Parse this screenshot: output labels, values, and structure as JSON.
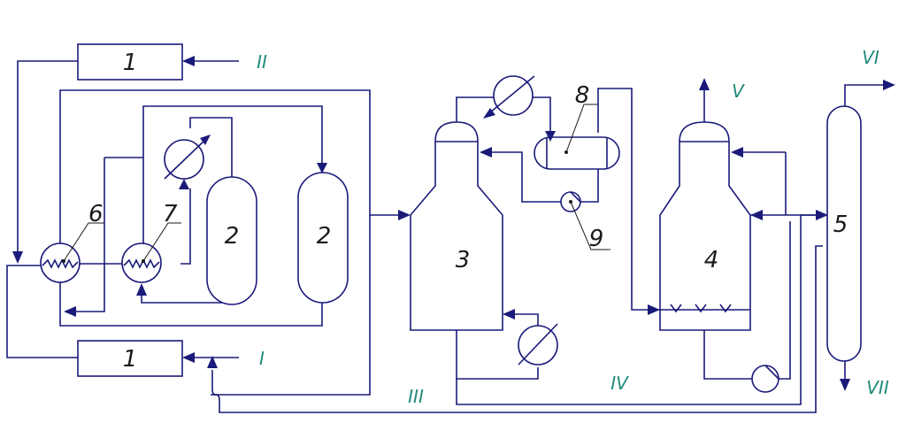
{
  "labels": {
    "furnace": "1",
    "reactor": "2",
    "column_3": "3",
    "column_4": "4",
    "column_5": "5",
    "exchanger_6": "6",
    "exchanger_7": "7",
    "separator_8": "8",
    "pump_9": "9"
  },
  "streams": {
    "I": "I",
    "II": "II",
    "III": "III",
    "IV": "IV",
    "V": "V",
    "VI": "VI",
    "VII": "VII"
  }
}
